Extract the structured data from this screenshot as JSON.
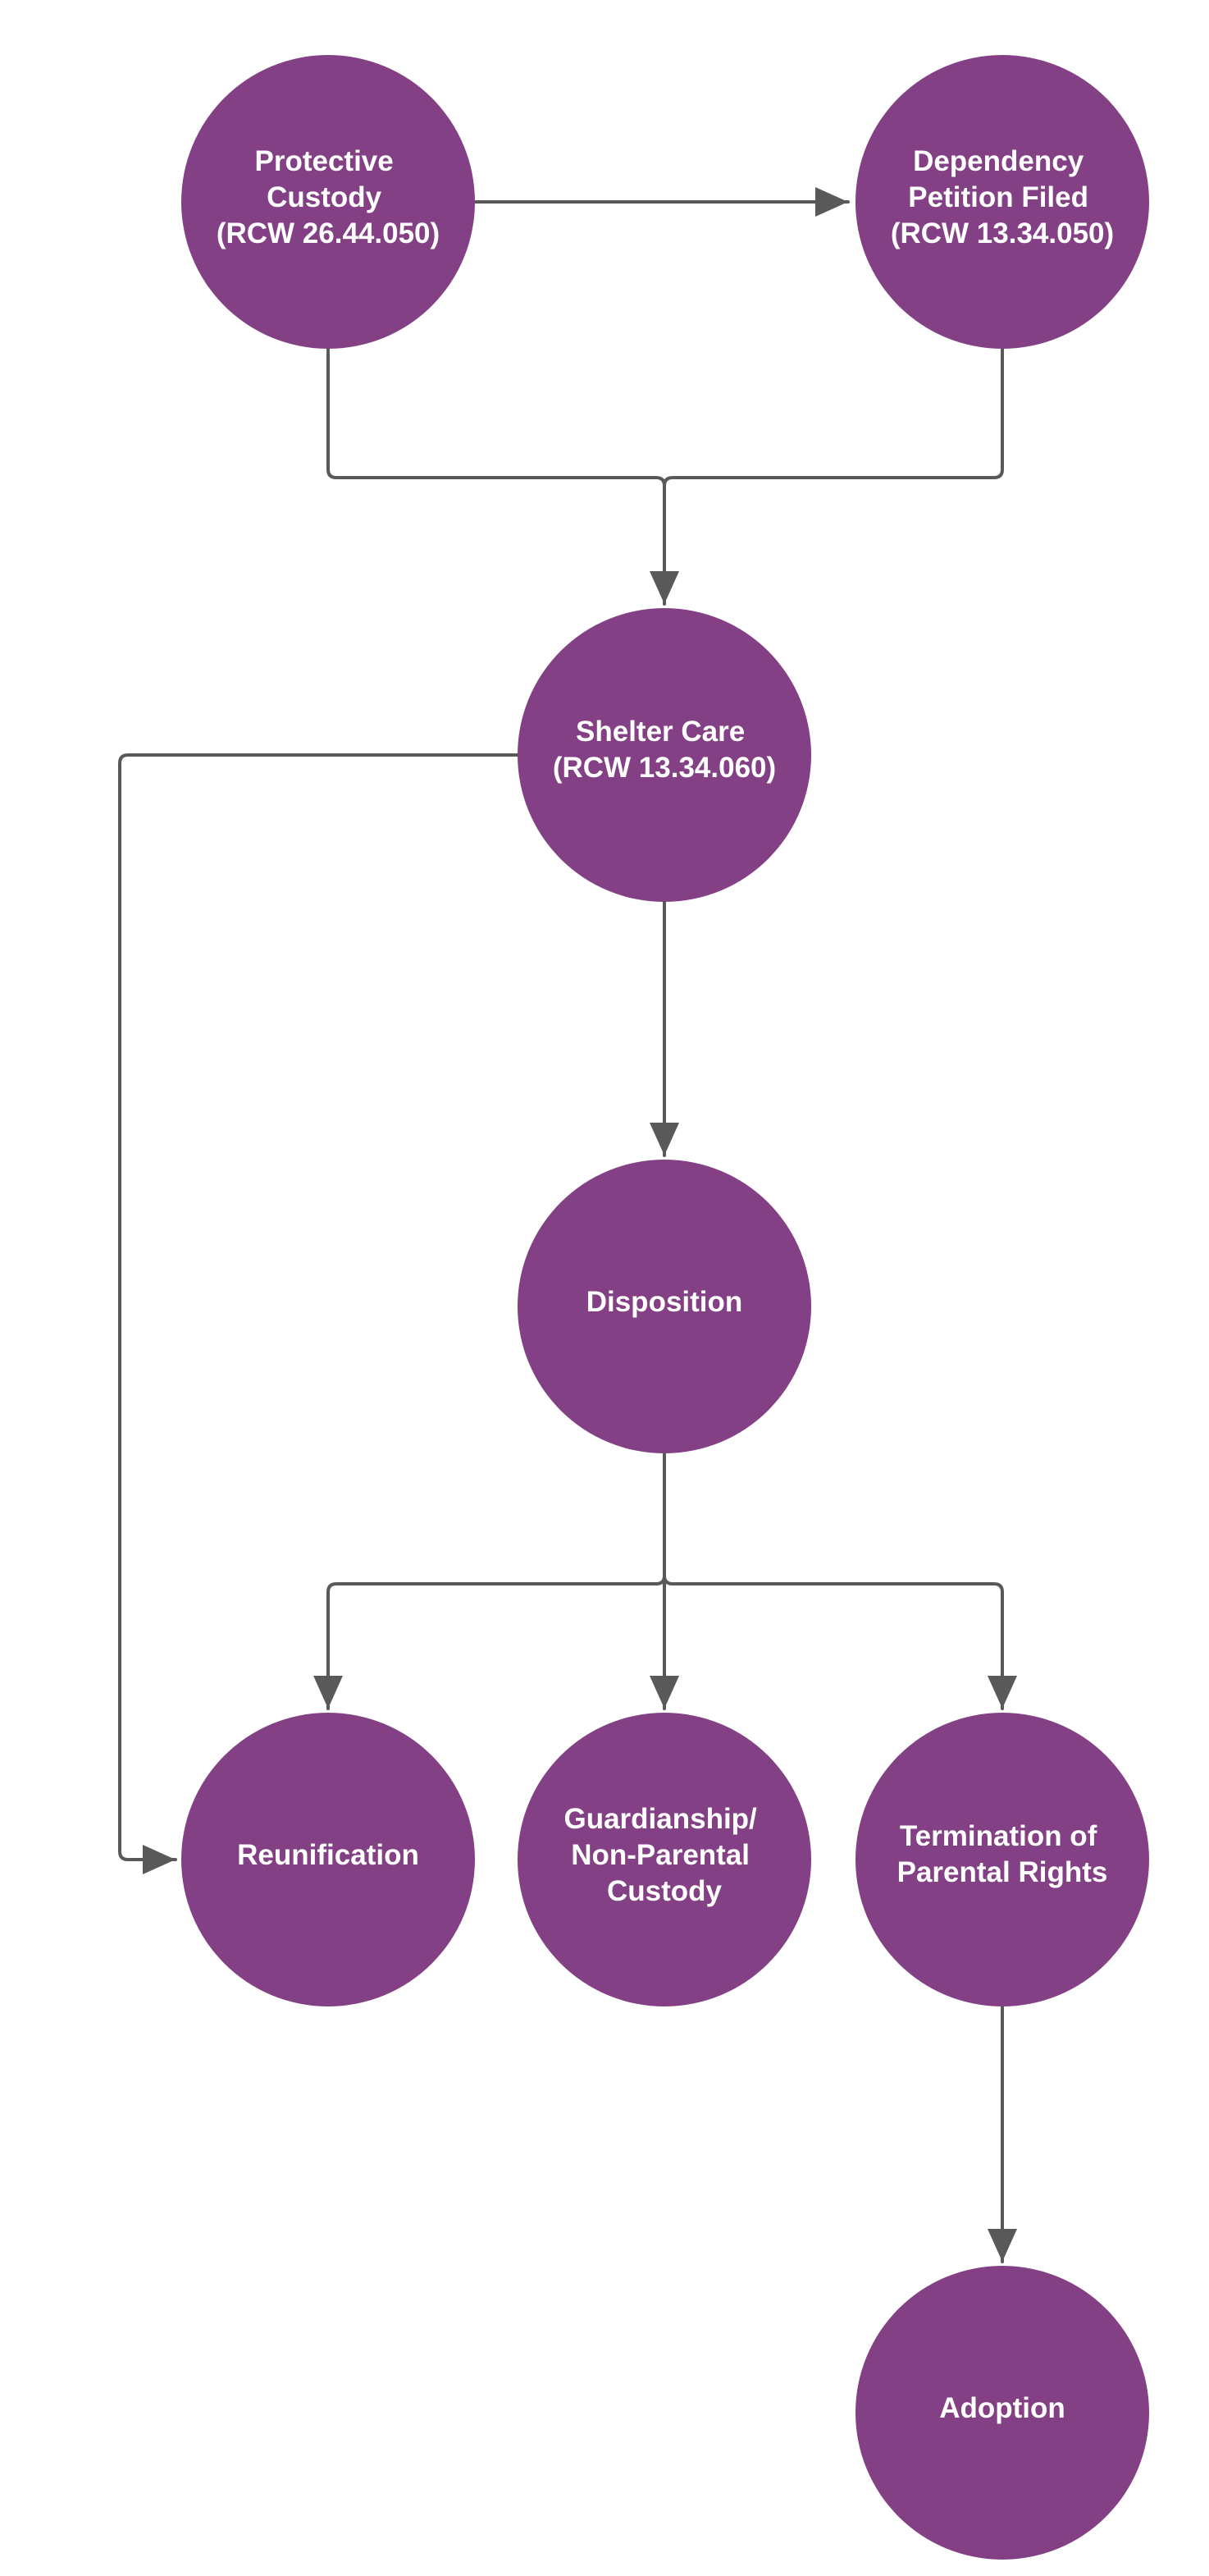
{
  "diagram": {
    "colors": {
      "node_fill": "#834085",
      "node_text": "#ffffff",
      "edge": "#595959",
      "background": "#ffffff"
    },
    "nodes": {
      "protective_custody": {
        "lines": [
          "Protective",
          "Custody",
          "(RCW 26.44.050)"
        ]
      },
      "dependency_petition": {
        "lines": [
          "Dependency",
          "Petition Filed",
          "(RCW 13.34.050)"
        ]
      },
      "shelter_care": {
        "lines": [
          "Shelter Care",
          "(RCW 13.34.060)"
        ]
      },
      "disposition": {
        "lines": [
          "Disposition"
        ]
      },
      "reunification": {
        "lines": [
          "Reunification"
        ]
      },
      "guardianship": {
        "lines": [
          "Guardianship/",
          "Non-Parental",
          "Custody"
        ]
      },
      "termination": {
        "lines": [
          "Termination of",
          "Parental Rights"
        ]
      },
      "adoption": {
        "lines": [
          "Adoption"
        ]
      }
    },
    "edges": [
      {
        "from": "protective_custody",
        "to": "dependency_petition"
      },
      {
        "from": "protective_custody",
        "to": "shelter_care"
      },
      {
        "from": "dependency_petition",
        "to": "shelter_care"
      },
      {
        "from": "shelter_care",
        "to": "disposition"
      },
      {
        "from": "shelter_care",
        "to": "reunification"
      },
      {
        "from": "disposition",
        "to": "reunification"
      },
      {
        "from": "disposition",
        "to": "guardianship"
      },
      {
        "from": "disposition",
        "to": "termination"
      },
      {
        "from": "termination",
        "to": "adoption"
      }
    ]
  }
}
